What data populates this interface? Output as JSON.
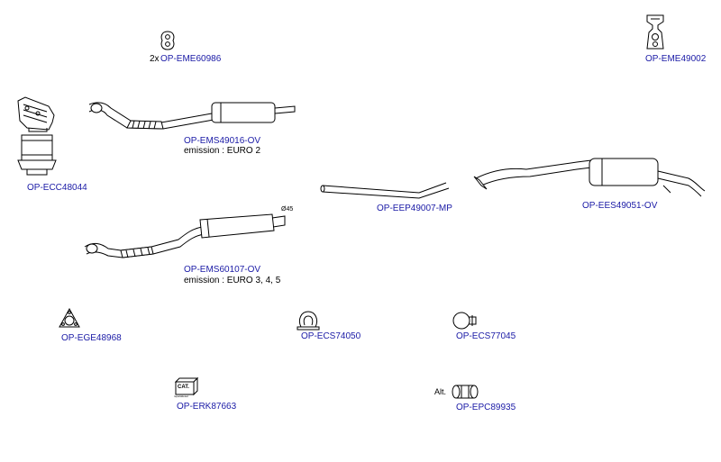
{
  "colors": {
    "link": "#1a1aa6",
    "line": "#000000",
    "background": "#ffffff"
  },
  "parts": {
    "eme60986": {
      "qty": "2x",
      "code": "OP-EME60986",
      "icon": "rubber-hanger-icon"
    },
    "eme49002": {
      "code": "OP-EME49002",
      "icon": "mounting-bracket-icon"
    },
    "ecc48044": {
      "code": "OP-ECC48044",
      "icon": "catalytic-converter-manifold-icon"
    },
    "ems49016": {
      "code": "OP-EMS49016-OV",
      "note": "emission : EURO 2",
      "icon": "front-pipe-middle-silencer-icon"
    },
    "eep49007": {
      "code": "OP-EEP49007-MP",
      "icon": "intermediate-pipe-icon"
    },
    "ees49051": {
      "code": "OP-EES49051-OV",
      "icon": "rear-silencer-icon"
    },
    "ems60107": {
      "code": "OP-EMS60107-OV",
      "note": "emission : EURO 3, 4, 5",
      "diameter": "Ø45",
      "icon": "front-pipe-middle-silencer-icon"
    },
    "ege48968": {
      "code": "OP-EGE48968",
      "icon": "gasket-icon"
    },
    "ecs74050": {
      "code": "OP-ECS74050",
      "icon": "clamp-icon"
    },
    "ecs77045": {
      "code": "OP-ECS77045",
      "icon": "pipe-clamp-icon"
    },
    "erk87663": {
      "code": "OP-ERK87663",
      "badge": "CAT.",
      "badge_sub": "reparatieset",
      "icon": "cat-repair-kit-icon"
    },
    "epc89935": {
      "alt": "Alt.",
      "code": "OP-EPC89935",
      "icon": "pipe-connector-icon"
    }
  }
}
